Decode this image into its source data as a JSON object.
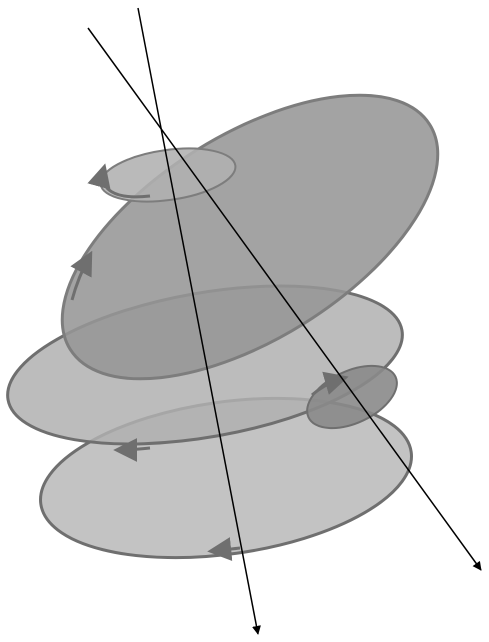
{
  "diagram": {
    "background": "#ffffff",
    "colors": {
      "disk_fill": "#a8a8a8",
      "disk_fill_dark": "#8c8c8c",
      "disk_edge": "#6f6f6f",
      "axis_line": "#000000"
    },
    "elements": [
      "spiral-disks",
      "direction-arrows",
      "axis-lines"
    ]
  }
}
